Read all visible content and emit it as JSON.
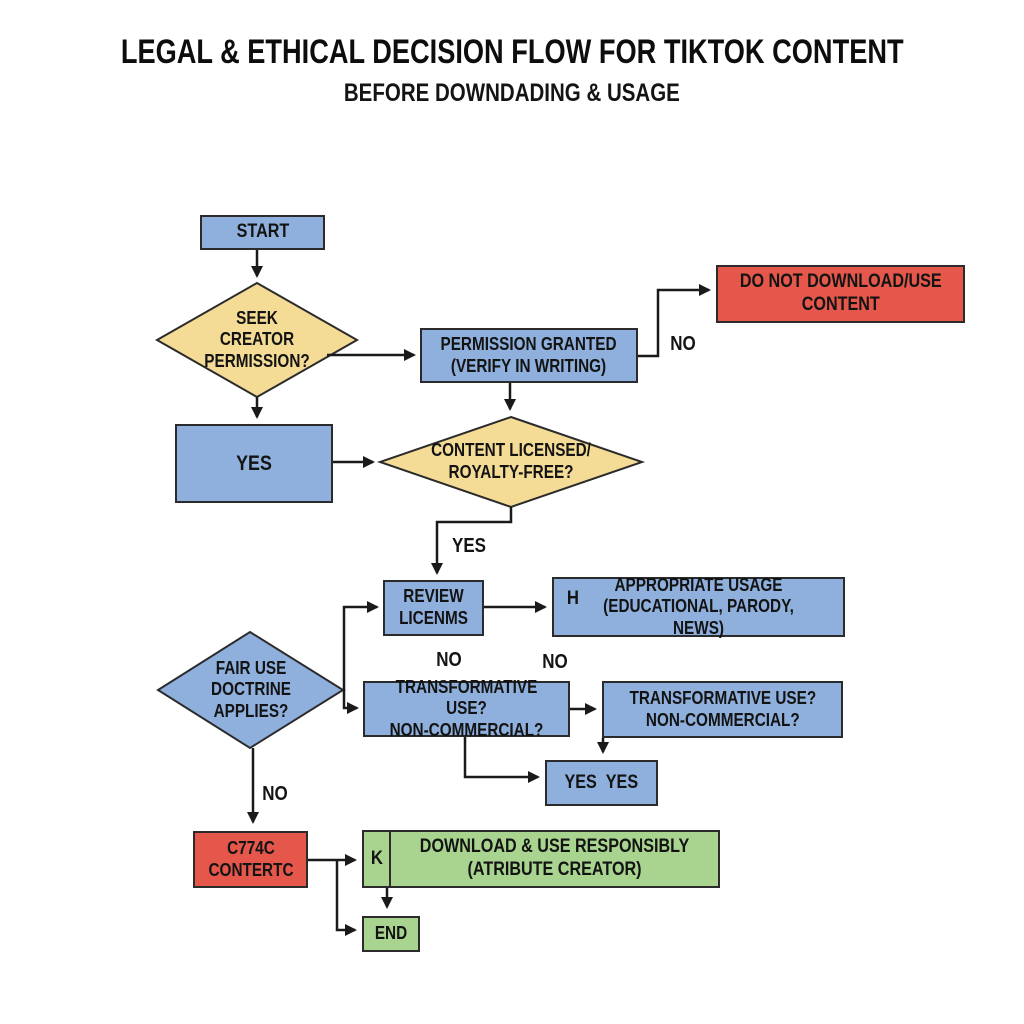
{
  "title": "LEGAL & ETHICAL DECISION FLOW FOR TIKTOK CONTENT",
  "subtitle": "BEFORE DOWNDADING & USAGE",
  "colors": {
    "process_blue": "#8FB0DC",
    "decision_yellow": "#F4DC96",
    "stop_red": "#E4574A",
    "go_green": "#A8D48F",
    "line_black": "#1a1a1a",
    "border_dark": "#2b2b2b",
    "background": "#ffffff"
  },
  "nodes": {
    "start": {
      "label": "START"
    },
    "seek_permission": {
      "label": "SEEK\nCREATOR\nPERMISSION?"
    },
    "permission_granted": {
      "label": "PERMISSION GRANTED\n(VERIFY IN WRITING)"
    },
    "do_not_download": {
      "label": "DO NOT DOWNLOAD/USE\nCONTENT"
    },
    "yes_box": {
      "label": "YES"
    },
    "content_licensed": {
      "label": "CONTENT LICENSED/\nROYALTY-FREE?"
    },
    "review_license": {
      "label": "REVIEW\nLICENMS"
    },
    "appropriate_usage": {
      "prefix": "H",
      "label": "APPROPRIATE USAGE\n(EDUCATIONAL, PARODY, NEWS)"
    },
    "fair_use": {
      "label": "FAIR USE\nDOCTRINE\nAPPLIES?"
    },
    "transformative_1": {
      "label": "TRANSFORMATIVE USE?\nNON-COMMERCIAL?"
    },
    "transformative_2": {
      "label": "TRANSFORMATIVE USE?\nNON-COMMERCIAL?"
    },
    "yes_yes": {
      "label": "YES  YES"
    },
    "restricted_content": {
      "label": "C774C\nCONTERTC"
    },
    "download_responsibly": {
      "prefix": "K",
      "label": "DOWNLOAD & USE RESPONSIBLY\n(ATRIBUTE CREATOR)"
    },
    "end": {
      "label": "END"
    }
  },
  "edge_labels": {
    "no_top": "NO",
    "yes_mid": "YES",
    "no_left": "NO",
    "no_right": "NO",
    "no_bottom": "NO"
  }
}
